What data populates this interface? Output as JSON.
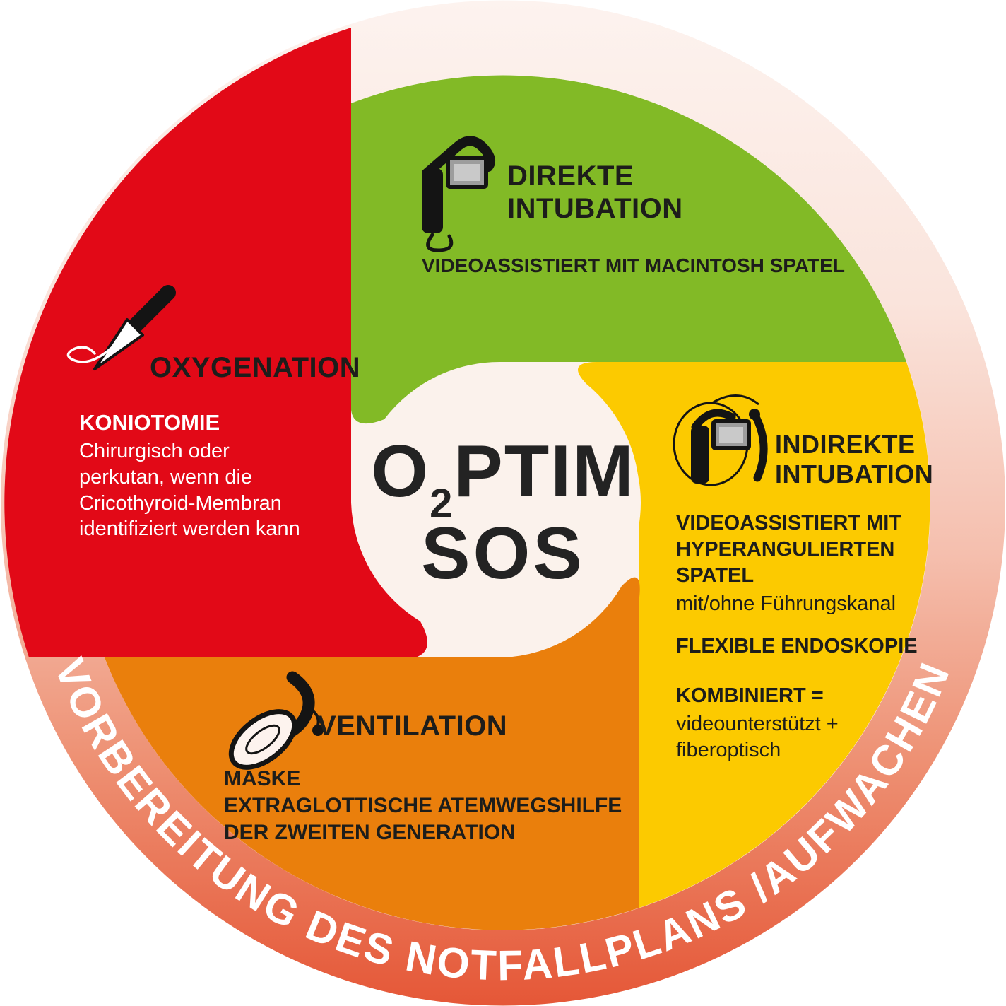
{
  "center": {
    "o": "O",
    "sub": "2",
    "rest": "PTIM",
    "line2": "SOS",
    "bg_color": "#fbf2ec",
    "text_color": "#232323"
  },
  "outer_ring": {
    "arc_label": "VORBEREITUNG DES NOTFALLPLANS /AUFWACHEN",
    "gradient_top": "#fdf3ef",
    "gradient_bottom": "#e55737",
    "text_color": "#ffffff"
  },
  "sections": {
    "direct_intubation": {
      "color": "#82ba26",
      "icon": "video-laryngoscope-macintosh",
      "heading": "DIREKTE\nINTUBATION",
      "subtext": "VIDEOASSISTIERT MIT MACINTOSH SPATEL"
    },
    "indirect_intubation": {
      "color": "#fcca00",
      "icon": "video-laryngoscope-hyperangulated",
      "heading": "INDIREKTE\nINTUBATION",
      "line1_bold": "VIDEOASSISTIERT MIT\nHYPERANGULIERTEN\nSPATEL",
      "line1_regular": "mit/ohne Führungskanal",
      "line2_bold": "FLEXIBLE ENDOSKOPIE",
      "line3_bold": "KOMBINIERT =",
      "line3_regular": "videounterstützt +\nfiberoptisch"
    },
    "oxygenation": {
      "color": "#e20917",
      "icon": "scalpel",
      "heading": "OXYGENATION",
      "subheading": "KONIOTOMIE",
      "body": "Chirurgisch oder\nperkutan, wenn die\nCricothyroid-Membran\nidentifiziert werden kann"
    },
    "ventilation": {
      "color": "#ea7f0c",
      "icon": "face-mask",
      "heading": "VENTILATION",
      "body": "MASKE\nEXTRAGLOTTISCHE ATEMWEGSHILFE\nDER ZWEITEN GENERATION"
    }
  },
  "colors": {
    "text_dark": "#1d1d1b",
    "text_light": "#ffffff"
  }
}
